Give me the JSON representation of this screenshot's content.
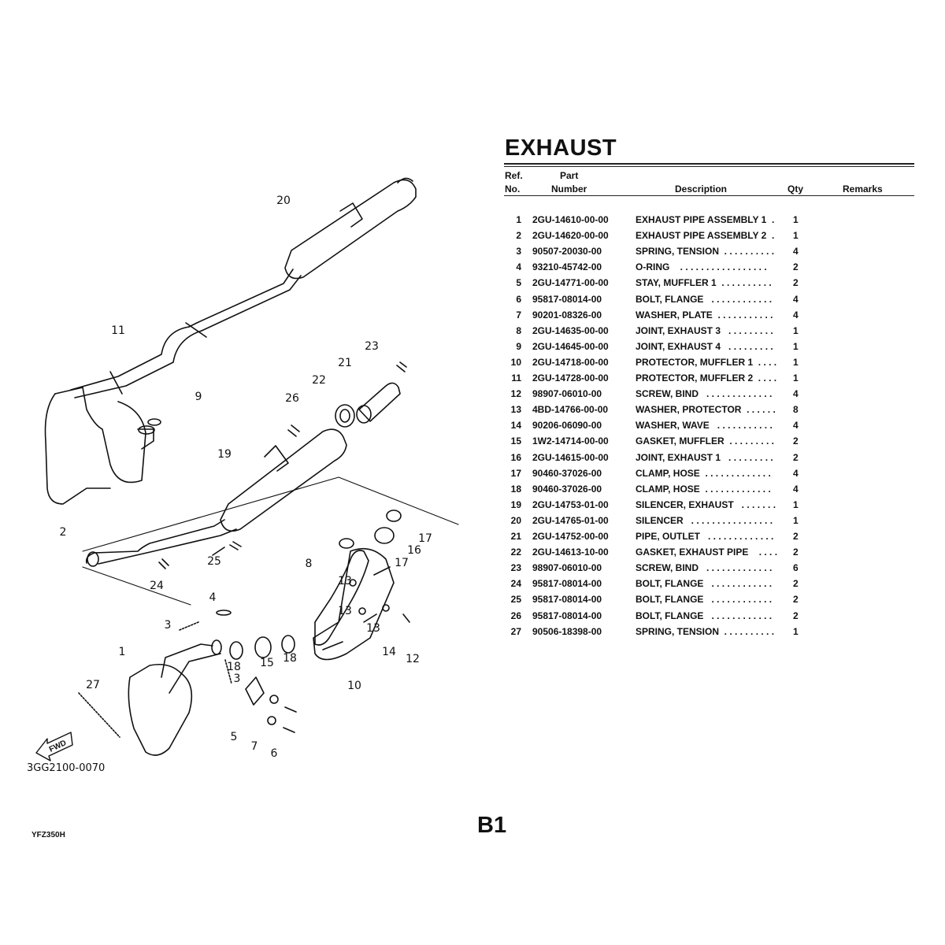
{
  "header": {
    "title": "EXHAUST",
    "col_ref_1": "Ref.",
    "col_ref_2": "No.",
    "col_part_1": "Part",
    "col_part_2": "Number",
    "col_desc": "Description",
    "col_qty": "Qty",
    "col_remarks": "Remarks"
  },
  "parts": [
    {
      "ref": "1",
      "part": "2GU-14610-00-00",
      "desc": "EXHAUST PIPE ASSEMBLY 1  .",
      "qty": "1"
    },
    {
      "ref": "2",
      "part": "2GU-14620-00-00",
      "desc": "EXHAUST PIPE ASSEMBLY 2  .",
      "qty": "1"
    },
    {
      "ref": "3",
      "part": "90507-20030-00",
      "desc": "SPRING, TENSION  . . . . . . . . . .",
      "qty": "4"
    },
    {
      "ref": "4",
      "part": "93210-45742-00",
      "desc": "O-RING    . . . . . . . . . . . . . . . . .",
      "qty": "2"
    },
    {
      "ref": "5",
      "part": "2GU-14771-00-00",
      "desc": "STAY, MUFFLER 1  . . . . . . . . . .",
      "qty": "2"
    },
    {
      "ref": "6",
      "part": "95817-08014-00",
      "desc": "BOLT, FLANGE   . . . . . . . . . . . .",
      "qty": "4"
    },
    {
      "ref": "7",
      "part": "90201-08326-00",
      "desc": "WASHER, PLATE  . . . . . . . . . . .",
      "qty": "4"
    },
    {
      "ref": "8",
      "part": "2GU-14635-00-00",
      "desc": "JOINT, EXHAUST 3   . . . . . . . . .",
      "qty": "1"
    },
    {
      "ref": "9",
      "part": "2GU-14645-00-00",
      "desc": "JOINT, EXHAUST 4   . . . . . . . . .",
      "qty": "1"
    },
    {
      "ref": "10",
      "part": "2GU-14718-00-00",
      "desc": "PROTECTOR, MUFFLER 1  . . . .",
      "qty": "1"
    },
    {
      "ref": "11",
      "part": "2GU-14728-00-00",
      "desc": "PROTECTOR, MUFFLER 2  . . . .",
      "qty": "1"
    },
    {
      "ref": "12",
      "part": "98907-06010-00",
      "desc": "SCREW, BIND   . . . . . . . . . . . . .",
      "qty": "4"
    },
    {
      "ref": "13",
      "part": "4BD-14766-00-00",
      "desc": "WASHER, PROTECTOR  . . . . . .",
      "qty": "8"
    },
    {
      "ref": "14",
      "part": "90206-06090-00",
      "desc": "WASHER, WAVE   . . . . . . . . . . .",
      "qty": "4"
    },
    {
      "ref": "15",
      "part": "1W2-14714-00-00",
      "desc": "GASKET, MUFFLER  . . . . . . . . .",
      "qty": "2"
    },
    {
      "ref": "16",
      "part": "2GU-14615-00-00",
      "desc": "JOINT, EXHAUST 1   . . . . . . . . .",
      "qty": "2"
    },
    {
      "ref": "17",
      "part": "90460-37026-00",
      "desc": "CLAMP, HOSE  . . . . . . . . . . . . .",
      "qty": "4"
    },
    {
      "ref": "18",
      "part": "90460-37026-00",
      "desc": "CLAMP, HOSE  . . . . . . . . . . . . .",
      "qty": "4"
    },
    {
      "ref": "19",
      "part": "2GU-14753-01-00",
      "desc": "SILENCER, EXHAUST   . . . . . . .",
      "qty": "1"
    },
    {
      "ref": "20",
      "part": "2GU-14765-01-00",
      "desc": "SILENCER   . . . . . . . . . . . . . . . .",
      "qty": "1"
    },
    {
      "ref": "21",
      "part": "2GU-14752-00-00",
      "desc": "PIPE, OUTLET   . . . . . . . . . . . . .",
      "qty": "2"
    },
    {
      "ref": "22",
      "part": "2GU-14613-10-00",
      "desc": "GASKET, EXHAUST PIPE    . . . .",
      "qty": "2"
    },
    {
      "ref": "23",
      "part": "98907-06010-00",
      "desc": "SCREW, BIND   . . . . . . . . . . . . .",
      "qty": "6"
    },
    {
      "ref": "24",
      "part": "95817-08014-00",
      "desc": "BOLT, FLANGE   . . . . . . . . . . . .",
      "qty": "2"
    },
    {
      "ref": "25",
      "part": "95817-08014-00",
      "desc": "BOLT, FLANGE   . . . . . . . . . . . .",
      "qty": "2"
    },
    {
      "ref": "26",
      "part": "95817-08014-00",
      "desc": "BOLT, FLANGE   . . . . . . . . . . . .",
      "qty": "2"
    },
    {
      "ref": "27",
      "part": "90506-18398-00",
      "desc": "SPRING, TENSION  . . . . . . . . . .",
      "qty": "1"
    }
  ],
  "diagram": {
    "figure_code": "3GG2100-0070",
    "fwd_label": "FWD",
    "callouts": [
      "20",
      "11",
      "9",
      "23",
      "21",
      "22",
      "26",
      "19",
      "2",
      "17",
      "16",
      "17",
      "25",
      "24",
      "8",
      "13",
      "13",
      "4",
      "3",
      "3",
      "18",
      "15",
      "18",
      "13",
      "14",
      "12",
      "1",
      "10",
      "27",
      "5",
      "7",
      "6"
    ]
  },
  "footer": {
    "page": "B1",
    "model": "YFZ350H"
  }
}
